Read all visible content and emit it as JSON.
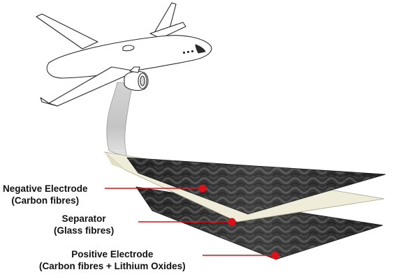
{
  "colors": {
    "leader": "#e0101a",
    "marker": "#e0101a",
    "separator_fill": "#efedda",
    "electrode_fill": "#2b2b2b",
    "ribbon_fill": "#cfcfcf"
  },
  "layers": [
    {
      "title": "Negative Electrode",
      "material": "(Carbon fibres)"
    },
    {
      "title": "Separator",
      "material": "(Glass fibres)"
    },
    {
      "title": "Positive Electrode",
      "material": "(Carbon fibres + Lithium Oxides)"
    }
  ],
  "icons": [
    "airplane-icon"
  ]
}
